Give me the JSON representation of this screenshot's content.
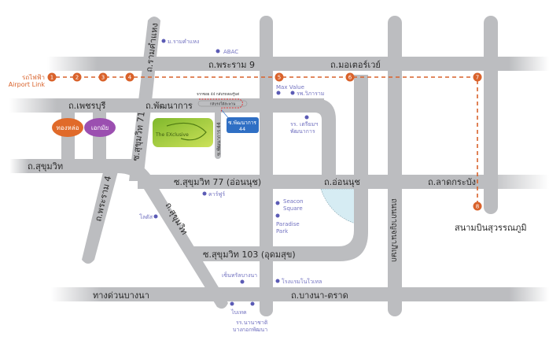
{
  "roads": {
    "rama9": "ถ.พระราม 9",
    "motorway": "ถ.มอเตอร์เวย์",
    "phetchaburi": "ถ.เพชรบุรี",
    "phatthanakan": "ถ.พัฒนาการ",
    "ramkhamhaeng": "ถ.รามคำแหง",
    "sukhumvit71": "ซ.สุขุมวิท 71",
    "sukhumvit": "ถ.สุขุมวิท",
    "sukhumvit_diag": "ถ.สุขุมวิท",
    "rama4": "ถ.พระราม 4",
    "sukhumvit77": "ซ.สุขุมวิท 77 (อ่อนนุช)",
    "onnut": "ถ.อ่อนนุช",
    "latkrabang": "ถ.ลาดกระบัง",
    "kanchanaphisek": "ถนนกาญจนาภิเษก",
    "sukhumvit103": "ซ.สุขุมวิท 103 (อุดมสุข)",
    "bangna_expressway": "ทางด่วนบางนา",
    "bangna_trat": "ถ.บางนา-ตราด",
    "soi44": "ซ.พัฒนาการ 44"
  },
  "airport_link": {
    "label_th": "รถไฟฟ้า",
    "label_en": "Airport Link",
    "stations": [
      "1",
      "2",
      "3",
      "4",
      "5",
      "6",
      "7",
      "8"
    ],
    "color": "#d9622b"
  },
  "landmarks": {
    "ramkhamhaeng_univ": "ม.รามคำแหง",
    "abac": "ABAC",
    "max_value": "Max Value",
    "vibharam": "รพ.วิภาราม",
    "school_line1": "รร. เตรียมฯ",
    "school_line2": "พัฒนาการ",
    "thonglor": "ทองหล่อ",
    "ekkamai": "เอกมัย",
    "carrefour": "คาร์ฟูร์",
    "lotus": "โลตัส",
    "seacon_1": "Seacon",
    "seacon_2": "Square",
    "paradise_1": "Paradise",
    "paradise_2": "Park",
    "central_bangna": "เซ็นทรัลบางนา",
    "novotel": "โรงแรมโนโวเทล",
    "bitec": "ไบเทค",
    "intl_school_1": "รร.นานาชาติ",
    "intl_school_2": "บางกอกพัฒนา",
    "airport": "สนามบินสุวรรณภูมิ"
  },
  "project": {
    "logo_text": "The EXclusive",
    "soi_box_line1": "ซ.พัฒนาการ",
    "soi_box_line2": "44",
    "note": "จากซอย 44 กลับรถสองรู้บต่",
    "u_turn": "กลับรถใต้สะพาน"
  },
  "colors": {
    "road": "#bcbdc0",
    "poi": "#5b5bb5",
    "station": "#d9622b",
    "lake": "#d6ecf3",
    "logo": "#9cc83a",
    "soi_box": "#2f6fc4"
  }
}
